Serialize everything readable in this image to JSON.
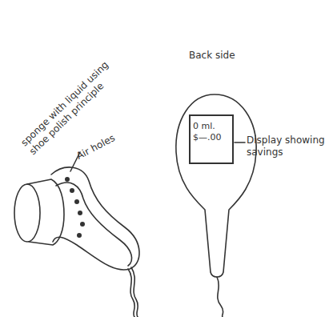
{
  "diagram": {
    "nodes": [
      {
        "text": [
          "0 ml.",
          "$—.00"
        ]
      }
    ],
    "labels": [
      "sponge with liquid using shoe polish principle",
      "Air holes",
      "Back side",
      "Display showing savings"
    ]
  }
}
